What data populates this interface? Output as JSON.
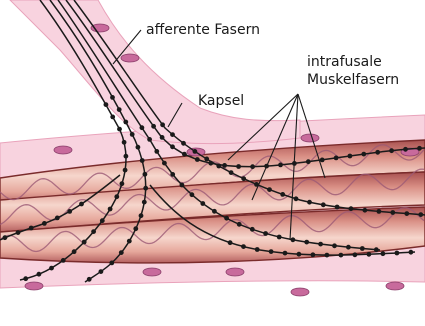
{
  "labels": {
    "afferent": "afferente Fasern",
    "capsule": "Kapsel",
    "intrafusal_line1": "intrafusale",
    "intrafusal_line2": "Muskelfasern"
  },
  "colors": {
    "capsule": "#f8d3df",
    "capsule_edge": "#e9a3bb",
    "fiber_dark": "#b65c5b",
    "fiber_light": "#f7dcd4",
    "nerve": "#1a1a1a",
    "nucleus": "#c86a9c",
    "coil": "#9c5a76"
  }
}
